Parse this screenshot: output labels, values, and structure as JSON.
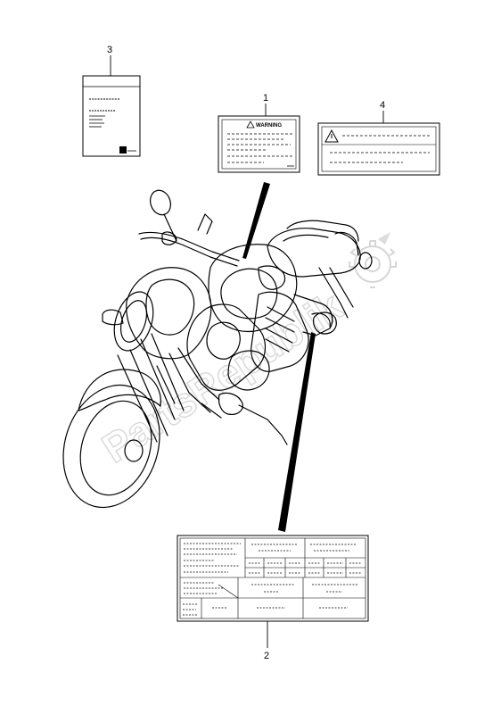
{
  "callouts": [
    {
      "num": "1"
    },
    {
      "num": "2"
    },
    {
      "num": "3"
    },
    {
      "num": "4"
    }
  ],
  "labels": {
    "warning_label": {
      "heading": "WARNING"
    }
  },
  "watermark": {
    "text": "PartsRepublik"
  }
}
